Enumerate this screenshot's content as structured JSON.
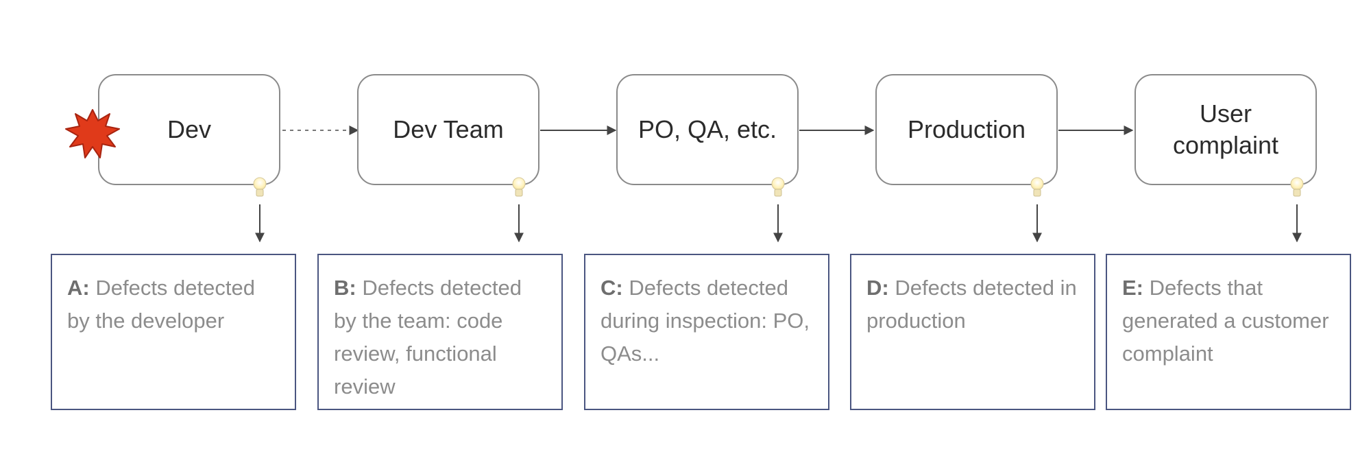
{
  "colors": {
    "box_border": "#8a8a8a",
    "desc_border": "#4a5580",
    "stage_text": "#2b2b2b",
    "desc_text": "#8c8c8c",
    "desc_key_text": "#6e6e6e",
    "arrow": "#444444",
    "starburst": "#e03a1a",
    "bulb": "#fff1b8"
  },
  "icons": {
    "start_marker": "starburst-icon",
    "stage_marker": "lightbulb-icon"
  },
  "stages": [
    {
      "label": "Dev"
    },
    {
      "label": "Dev Team"
    },
    {
      "label": "PO, QA, etc."
    },
    {
      "label": "Production"
    },
    {
      "label": "User\ncomplaint"
    }
  ],
  "descriptions": [
    {
      "key": "A:",
      "text": " Defects detected by the developer"
    },
    {
      "key": "B:",
      "text": " Defects detected by the team: code review, functional review"
    },
    {
      "key": "C:",
      "text": " Defects detected during inspection: PO, QAs..."
    },
    {
      "key": "D:",
      "text": " Defects detected in production"
    },
    {
      "key": "E:",
      "text": " Defects that generated a customer complaint"
    }
  ]
}
